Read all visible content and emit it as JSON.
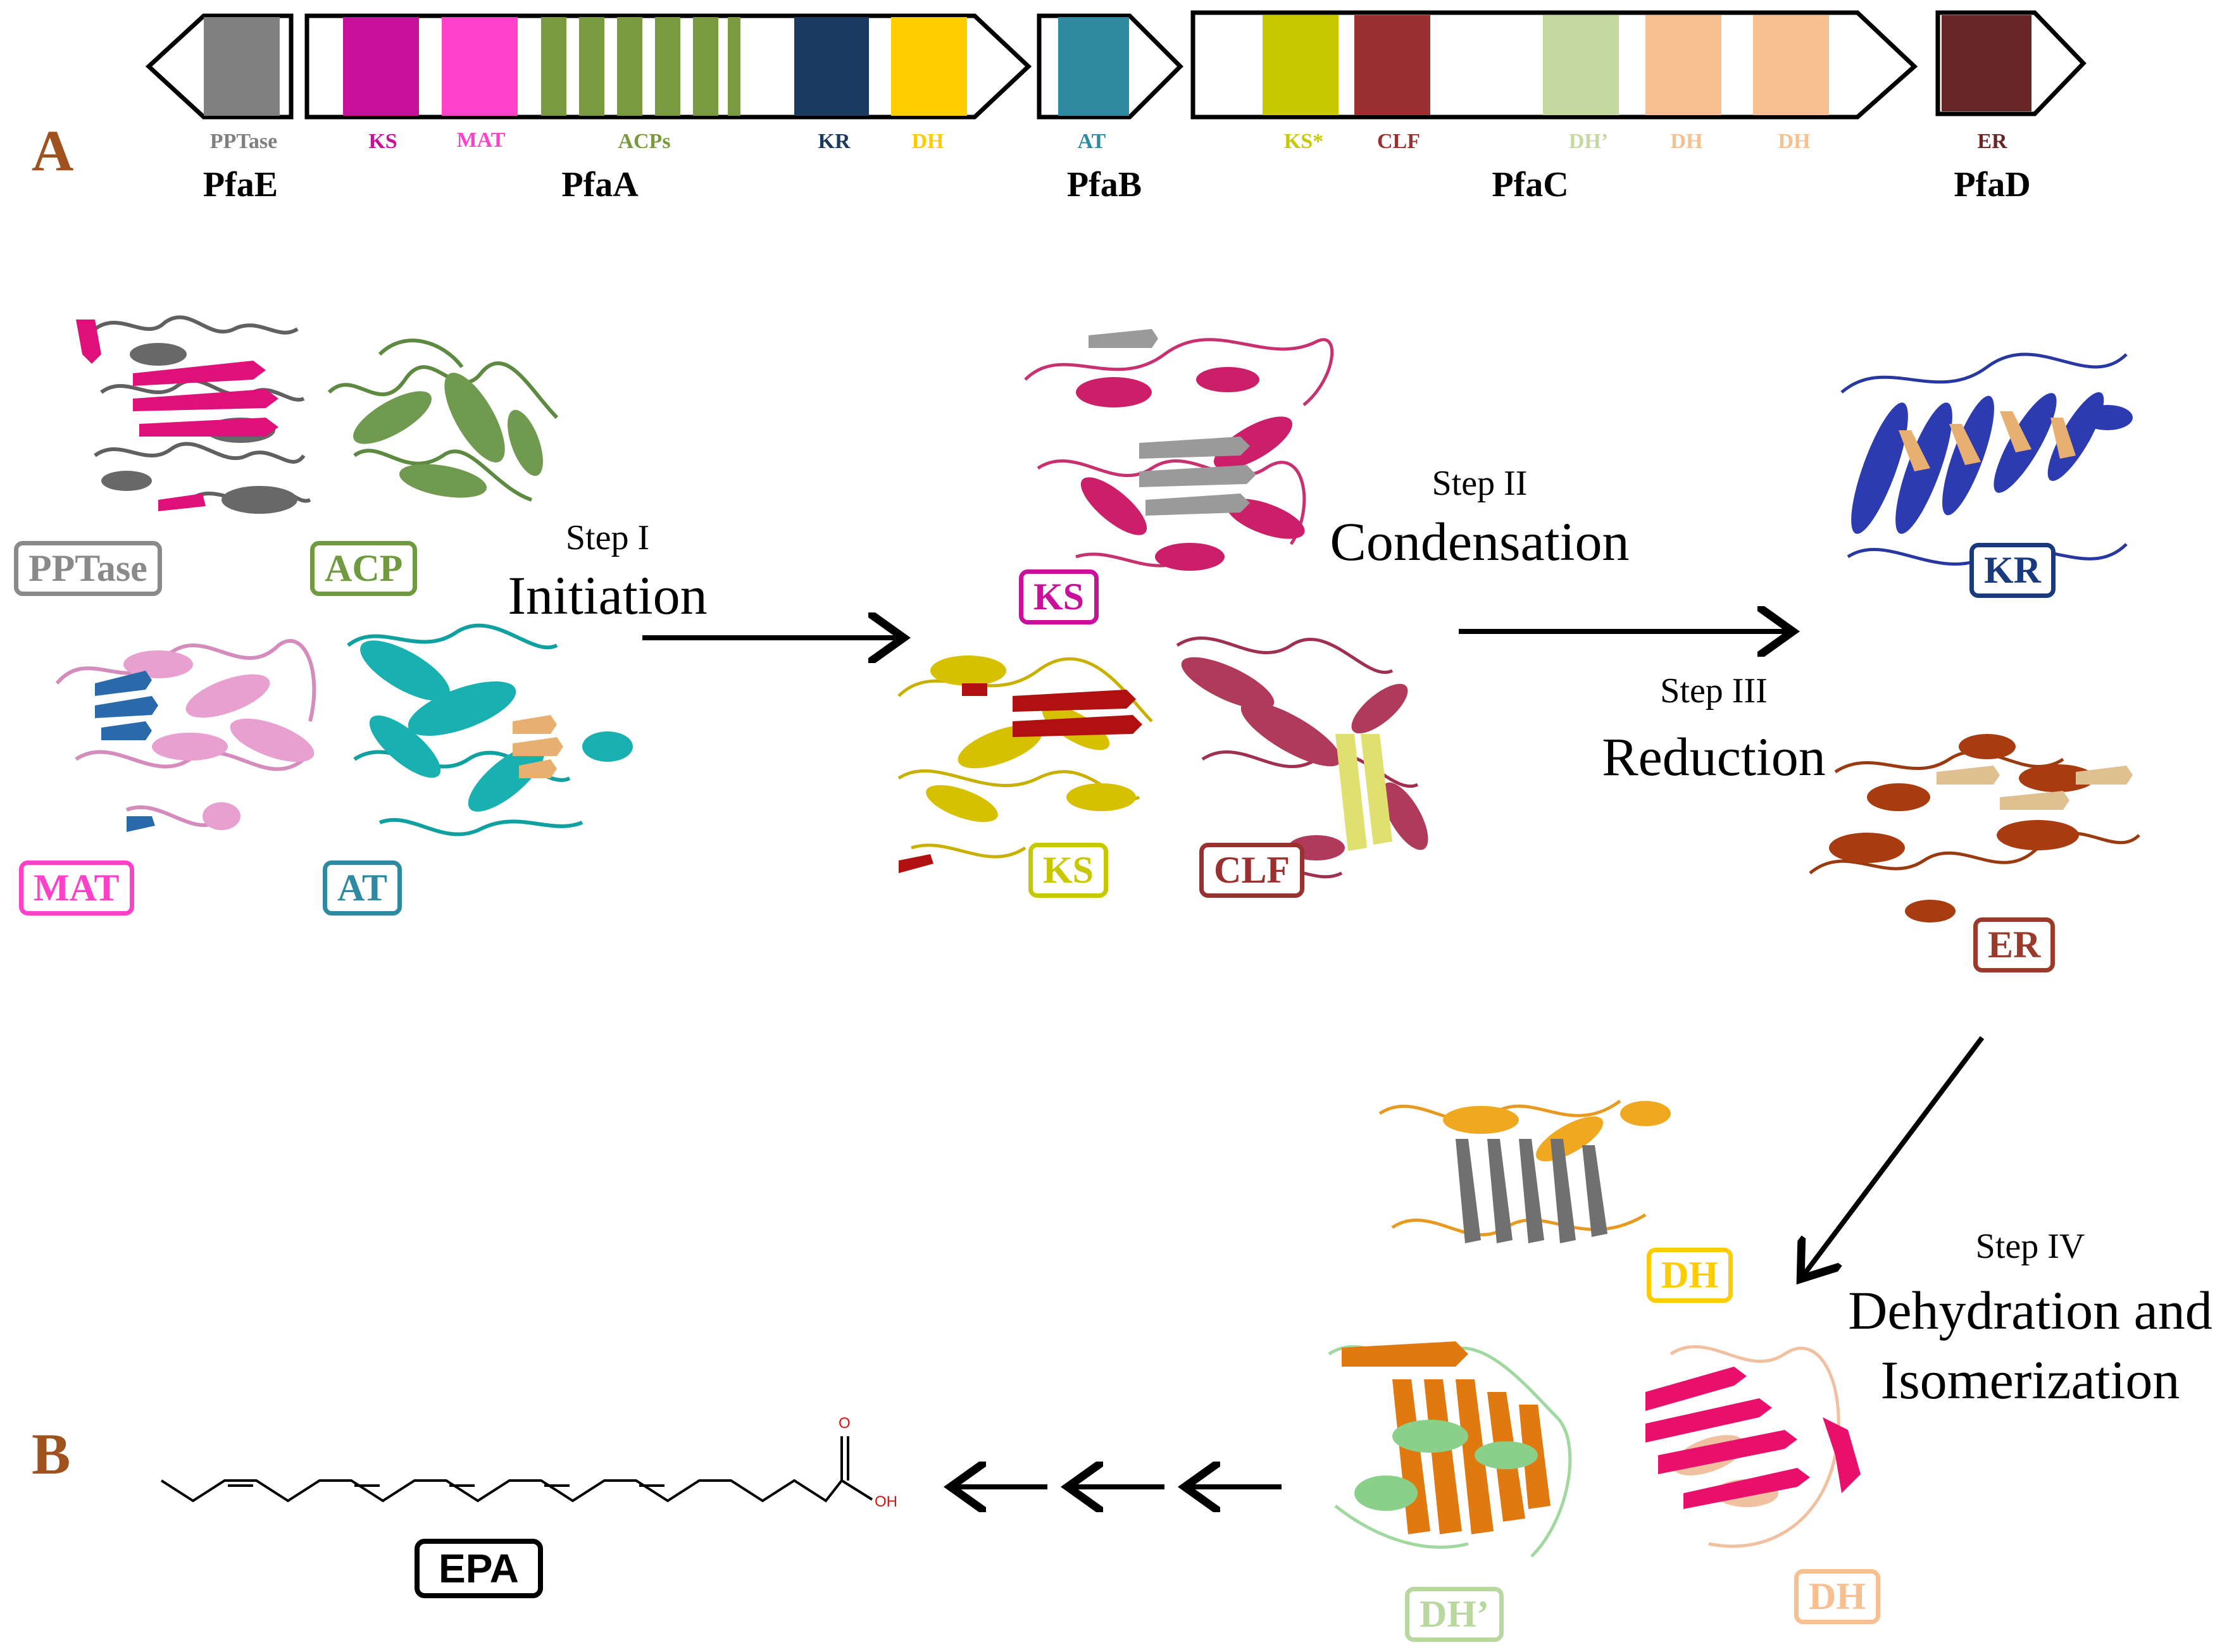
{
  "panel_letters": [
    "A",
    "B"
  ],
  "colors": {
    "panel_letter": "#a0521e",
    "pptase": "#808080",
    "ks": "#c8109a",
    "mat": "#ff40c8",
    "acp": "#7a9a40",
    "kr": "#1a3a60",
    "dh": "#ffcc00",
    "at": "#2e8aa0",
    "ks_star": "#c8c800",
    "clf": "#9a3030",
    "dh_prime": "#c4d8a0",
    "dh_peach": "#f8c090",
    "er": "#6a2626"
  },
  "gene_cluster": {
    "genes": [
      {
        "name": "PfaE",
        "direction": "left",
        "domains": [
          {
            "label": "PPTase",
            "color": "#808080"
          }
        ]
      },
      {
        "name": "PfaA",
        "direction": "right",
        "domains": [
          {
            "label": "KS",
            "color": "#c8109a"
          },
          {
            "label": "MAT",
            "color": "#ff40c8"
          },
          {
            "label": "ACPs",
            "color": "#7a9a40"
          },
          {
            "label": "KR",
            "color": "#1a3a60"
          },
          {
            "label": "DH",
            "color": "#ffcc00"
          }
        ]
      },
      {
        "name": "PfaB",
        "direction": "right",
        "domains": [
          {
            "label": "AT",
            "color": "#2e8aa0"
          }
        ]
      },
      {
        "name": "PfaC",
        "direction": "right",
        "domains": [
          {
            "label": "KS*",
            "color": "#c8c800"
          },
          {
            "label": "CLF",
            "color": "#9a3030"
          },
          {
            "label": "DH’",
            "color": "#c4d8a0"
          },
          {
            "label": "DH",
            "color": "#f8c090"
          },
          {
            "label": "DH",
            "color": "#f8c090"
          }
        ]
      },
      {
        "name": "PfaD",
        "direction": "right",
        "domains": [
          {
            "label": "ER",
            "color": "#6a2626"
          }
        ]
      }
    ]
  },
  "steps": [
    {
      "number": "Step I",
      "name": "Initiation"
    },
    {
      "number": "Step II",
      "name": "Condensation"
    },
    {
      "number": "Step III",
      "name": "Reduction"
    },
    {
      "number": "Step IV",
      "name_line1": "Dehydration and",
      "name_line2": "Isomerization"
    }
  ],
  "protein_labels": {
    "pptase": "PPTase",
    "acp": "ACP",
    "mat": "MAT",
    "at": "AT",
    "ks_top": "KS",
    "ks_bottom": "KS",
    "clf": "CLF",
    "kr": "KR",
    "er": "ER",
    "dh_top": "DH",
    "dh_prime": "DH’",
    "dh_bottom": "DH"
  },
  "product": {
    "name": "EPA",
    "atom_o": "O",
    "atom_oh": "OH"
  }
}
